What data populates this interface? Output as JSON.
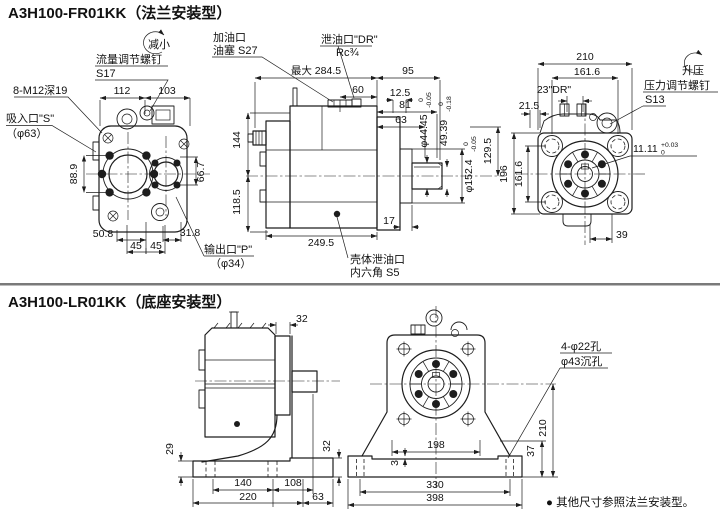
{
  "page": {
    "bg": "#ffffff",
    "ink": "#1d1d1d",
    "divider": "#7a7a7a"
  },
  "fr": {
    "title": "A3H100-FR01KK（法兰安装型）",
    "labels": {
      "decrease": "减小",
      "flow1": "流量调节螺钉",
      "flow2": "S17",
      "tap": "8-M12深19",
      "suc1": "吸入口\"S\"",
      "suc2": "（φ63）",
      "out1": "输出口\"P\"",
      "out2": "（φ34）",
      "fill1": "加油口",
      "fill2": "油塞 S27",
      "dr1": "泄油口\"DR\"",
      "dr2": "Rc¾",
      "case1": "壳体泄油口",
      "case2": "内六角 S5",
      "inc": "升压",
      "pres1": "压力调节螺钉",
      "pres2": "S13",
      "drpair": "23\"DR\""
    },
    "dims": {
      "w112": "112",
      "w103": "103",
      "h889": "88.9",
      "h667": "66.7",
      "b508": "50.8",
      "b45a": "45",
      "b45b": "45",
      "b318": "31.8",
      "maxlen": "最大 284.5",
      "l95": "95",
      "l60": "60",
      "l125": "12.5",
      "l81": "81",
      "l63": "63",
      "sd": "φ44.45",
      "sd_hi": "0",
      "sd_lo": "-0.05",
      "kh": "49.39",
      "kh_hi": "0",
      "kh_lo": "-0.18",
      "pd": "φ152.4",
      "pd_hi": "0",
      "pd_lo": "-0.05",
      "h1295": "129.5",
      "v144": "144",
      "v1185": "118.5",
      "l2495": "249.5",
      "t17": "17",
      "w210": "210",
      "w1616": "161.6",
      "d215": "21.5",
      "h196": "196",
      "h1616": "161.6",
      "kw": "11.11",
      "kw_hi": "+0.03",
      "kw_lo": "0",
      "d39": "39"
    }
  },
  "lr": {
    "title": "A3H100-LR01KK（底座安装型）",
    "labels": {
      "holes1": "4-φ22孔",
      "holes2": "φ43沉孔"
    },
    "dims": {
      "t32": "32",
      "h29": "29",
      "h32": "32",
      "b140": "140",
      "b108": "108",
      "b220": "220",
      "b63": "63",
      "w198": "198",
      "s3": "3",
      "w330": "330",
      "w398": "398",
      "h37": "37",
      "h210": "210"
    },
    "note": "● 其他尺寸参照法兰安装型。"
  }
}
